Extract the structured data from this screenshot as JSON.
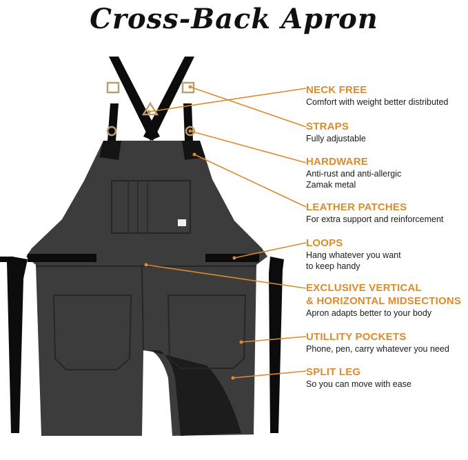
{
  "title": "Cross-Back Apron",
  "accent_color": "#dd8a2c",
  "apron_color": "#3c3c3c",
  "features": [
    {
      "heading": "NECK FREE",
      "lines": [
        "Comfort with weight better distributed"
      ]
    },
    {
      "heading": "STRAPS",
      "lines": [
        "Fully adjustable"
      ]
    },
    {
      "heading": "HARDWARE",
      "lines": [
        "Anti-rust and anti-allergic",
        "Zamak metal"
      ]
    },
    {
      "heading": "LEATHER PATCHES",
      "lines": [
        "For extra support and reinforcement"
      ]
    },
    {
      "heading": "LOOPS",
      "lines": [
        "Hang whatever you want",
        "to keep handy"
      ]
    },
    {
      "heading": "EXCLUSIVE VERTICAL",
      "heading2": "& HORIZONTAL MIDSECTIONS",
      "lines": [
        "Apron adapts better to your body"
      ]
    },
    {
      "heading": "UTILLITY POCKETS",
      "lines": [
        "Phone, pen, carry whatever you need"
      ]
    },
    {
      "heading": "SPLIT LEG",
      "lines": [
        "So you can move with ease"
      ]
    }
  ]
}
